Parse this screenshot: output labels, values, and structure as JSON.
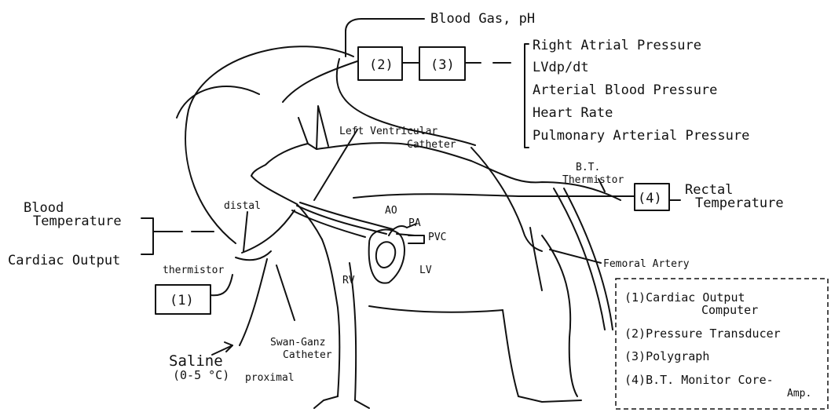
{
  "top": {
    "blood_gas": "Blood Gas, pH"
  },
  "boxes": {
    "b1": "(1)",
    "b2": "(2)",
    "b3": "(3)",
    "b4": "(4)"
  },
  "outputs": [
    "Right Atrial Pressure",
    "LVdp/dt",
    "Arterial Blood Pressure",
    "Heart Rate",
    "Pulmonary Arterial Pressure"
  ],
  "left_labels": {
    "blood_temp_1": "Blood",
    "blood_temp_2": "Temperature",
    "cardiac_output": "Cardiac Output"
  },
  "catheter_labels": {
    "distal": "distal",
    "thermistor": "thermistor",
    "proximal": "proximal",
    "swan_ganz_1": "Swan-Ganz",
    "swan_ganz_2": "Catheter",
    "saline_1": "Saline",
    "saline_2": "(0-5 °C)",
    "lv_catheter_1": "Left Ventricular",
    "lv_catheter_2": "Catheter"
  },
  "heart_labels": {
    "ao": "AO",
    "pa": "PA",
    "pvc": "PVC",
    "lv": "LV",
    "rv": "RV"
  },
  "right_labels": {
    "bt_1": "B.T.",
    "bt_2": "Thermistor",
    "rectal_1": "Rectal",
    "rectal_2": "Temperature",
    "femoral": "Femoral Artery"
  },
  "legend": {
    "l1a": "(1)Cardiac Output",
    "l1b": "Computer",
    "l2": "(2)Pressure Transducer",
    "l3": "(3)Polygraph",
    "l4a": "(4)B.T. Monitor Core-",
    "l4b": "Amp."
  }
}
